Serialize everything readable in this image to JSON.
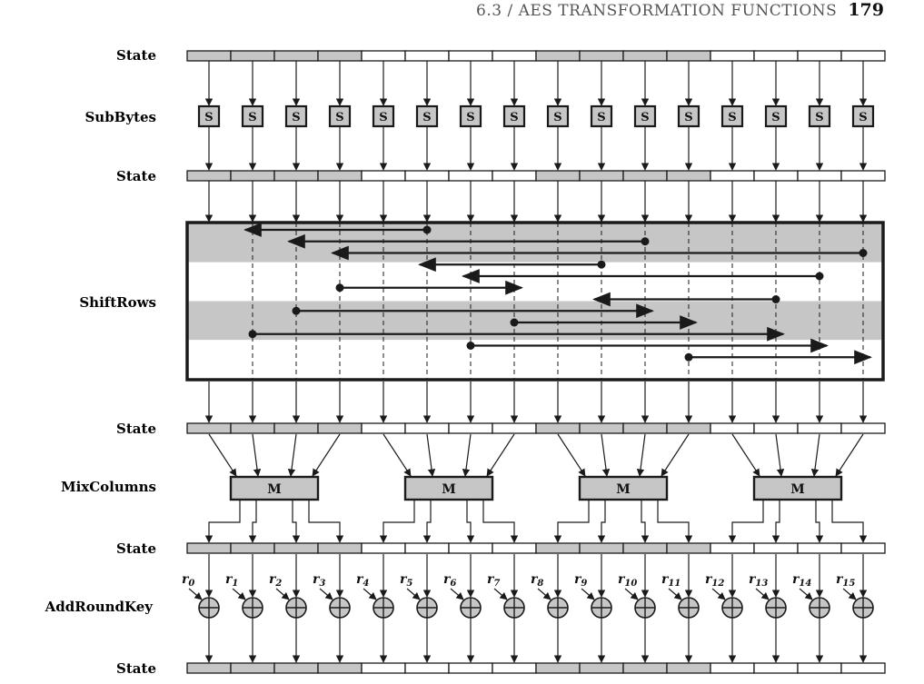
{
  "header": {
    "section": "6.3 / AES TRANSFORMATION FUNCTIONS",
    "page_number": "179"
  },
  "labels": {
    "state": "State",
    "subbytes": "SubBytes",
    "shiftrows": "ShiftRows",
    "mixcolumns": "MixColumns",
    "addroundkey": "AddRoundKey"
  },
  "sbox_label": "S",
  "mix_label": "M",
  "round_keys": [
    "0",
    "1",
    "2",
    "3",
    "4",
    "5",
    "6",
    "7",
    "8",
    "9",
    "10",
    "11",
    "12",
    "13",
    "14",
    "15"
  ],
  "round_key_prefix": "r",
  "colors": {
    "shaded": "#c6c6c6",
    "stroke": "#1a1a1a",
    "white": "#ffffff"
  },
  "state_shading": [
    1,
    1,
    1,
    1,
    0,
    0,
    0,
    0,
    1,
    1,
    1,
    1,
    0,
    0,
    0,
    0
  ],
  "shiftrows_bands": [
    1,
    0,
    1,
    0
  ],
  "shiftrows_mapping": [
    {
      "from": 5,
      "to": 1
    },
    {
      "from": 10,
      "to": 2
    },
    {
      "from": 15,
      "to": 3
    },
    {
      "from": 9,
      "to": 5
    },
    {
      "from": 14,
      "to": 6
    },
    {
      "from": 3,
      "to": 7
    },
    {
      "from": 13,
      "to": 9
    },
    {
      "from": 2,
      "to": 10
    },
    {
      "from": 7,
      "to": 11
    },
    {
      "from": 1,
      "to": 13
    },
    {
      "from": 6,
      "to": 14
    },
    {
      "from": 11,
      "to": 15
    }
  ]
}
